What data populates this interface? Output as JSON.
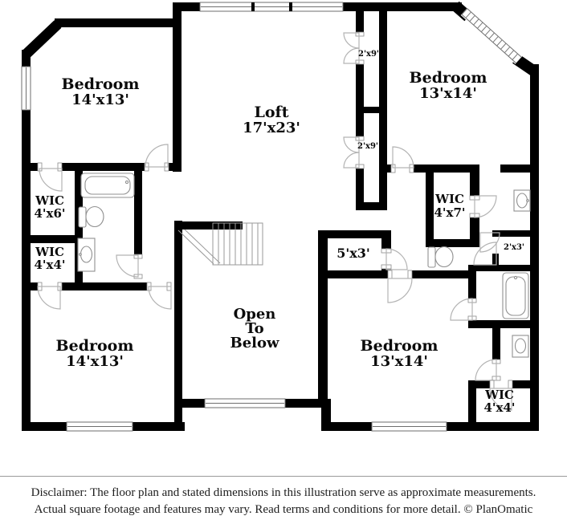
{
  "rooms": {
    "bedroom_top_left": {
      "name": "Bedroom",
      "dims": "14'x13'"
    },
    "loft": {
      "name": "Loft",
      "dims": "17'x23'"
    },
    "bedroom_top_right": {
      "name": "Bedroom",
      "dims": "13'x14'"
    },
    "closet_upper": {
      "dims": "2'x9'"
    },
    "closet_lower": {
      "dims": "2'x9'"
    },
    "wic_left_upper": {
      "name": "WIC",
      "dims": "4'x6'"
    },
    "wic_left_lower": {
      "name": "WIC",
      "dims": "4'x4'"
    },
    "bedroom_bottom_left": {
      "name": "Bedroom",
      "dims": "14'x13'"
    },
    "open_to_below": {
      "line1": "Open",
      "line2": "To",
      "line3": "Below"
    },
    "wic_right": {
      "name": "WIC",
      "dims": "4'x7'"
    },
    "closet_5x3": {
      "dims": "5'x3'"
    },
    "closet_2x3": {
      "dims": "2'x3'"
    },
    "bedroom_bottom_right": {
      "name": "Bedroom",
      "dims": "13'x14'"
    },
    "wic_bottom_right": {
      "name": "WIC",
      "dims": "4'x4'"
    }
  },
  "footer": {
    "disclaimer_line1": "Disclaimer: The floor plan and stated dimensions in this illustration serve as approximate measurements.",
    "disclaimer_line2": "Actual square footage and features may vary. Read terms and conditions for more detail. © PlanOmatic"
  }
}
